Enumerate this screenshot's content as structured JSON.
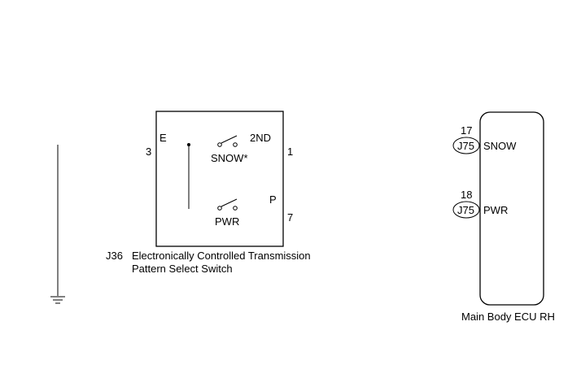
{
  "switch": {
    "connector": "J36",
    "name_line1": "Electronically Controlled Transmission",
    "name_line2": "Pattern Select Switch",
    "pin_left": "3",
    "pin_right_top": "1",
    "pin_right_bottom": "7",
    "label_e": "E",
    "label_2nd": "2ND",
    "label_snow": "SNOW*",
    "label_p": "P",
    "label_pwr": "PWR"
  },
  "ecu": {
    "name": "Main Body ECU RH",
    "pins": [
      {
        "pin": "17",
        "connector": "J75",
        "signal": "SNOW"
      },
      {
        "pin": "18",
        "connector": "J75",
        "signal": "PWR"
      }
    ]
  }
}
